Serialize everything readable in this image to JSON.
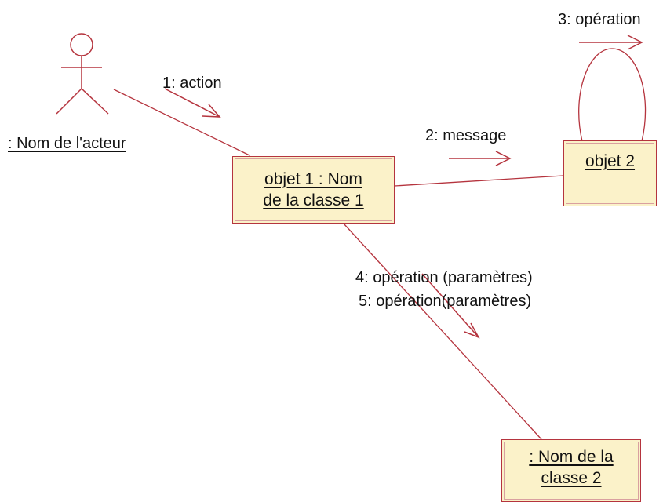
{
  "diagram": {
    "actor": {
      "label": ": Nom de l'acteur"
    },
    "objects": {
      "obj1": {
        "label": "objet 1 : Nom\nde la classe 1"
      },
      "obj2": {
        "label": "objet 2"
      },
      "obj3": {
        "label": ": Nom de la\nclasse 2"
      }
    },
    "messages": {
      "m1": "1: action",
      "m2": "2: message",
      "m3": "3: opération",
      "m4": "4: opération (paramètres)",
      "m5": "5: opération(paramètres)"
    },
    "colors": {
      "line": "#b5343e",
      "box_fill": "#fbf2c9",
      "text": "#111111"
    }
  }
}
